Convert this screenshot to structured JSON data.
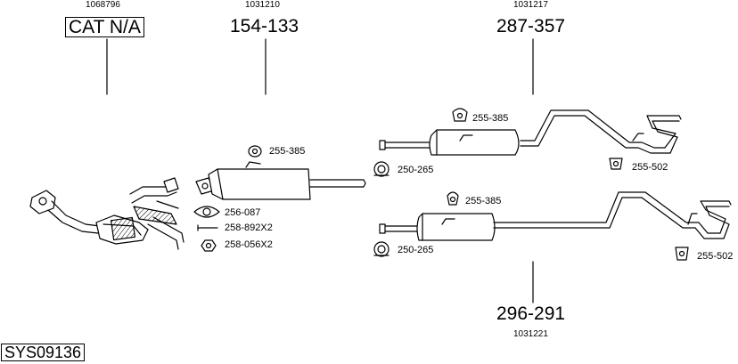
{
  "system": {
    "code": "SYS09136"
  },
  "sections": {
    "cat": {
      "ref": "1068796",
      "part": "CAT N/A"
    },
    "front": {
      "ref": "1031210",
      "part": "154-133"
    },
    "rearA": {
      "ref": "1031217",
      "part": "287-357"
    },
    "rearB": {
      "ref": "1031221",
      "part": "296-291"
    }
  },
  "fittings": {
    "front_hanger": "255-385",
    "gasket": "256-087",
    "bolt": "258-892X2",
    "nut": "258-056X2",
    "rearA_hanger_mid": "255-385",
    "rearA_clamp": "250-265",
    "rearA_hanger_tail": "255-502",
    "rearB_hanger_mid": "255-385",
    "rearB_clamp": "250-265",
    "rearB_hanger_tail": "255-502"
  },
  "colors": {
    "line": "#000000",
    "fill": "#ffffff",
    "shade": "#c8c8c8",
    "background": "#ffffff"
  }
}
